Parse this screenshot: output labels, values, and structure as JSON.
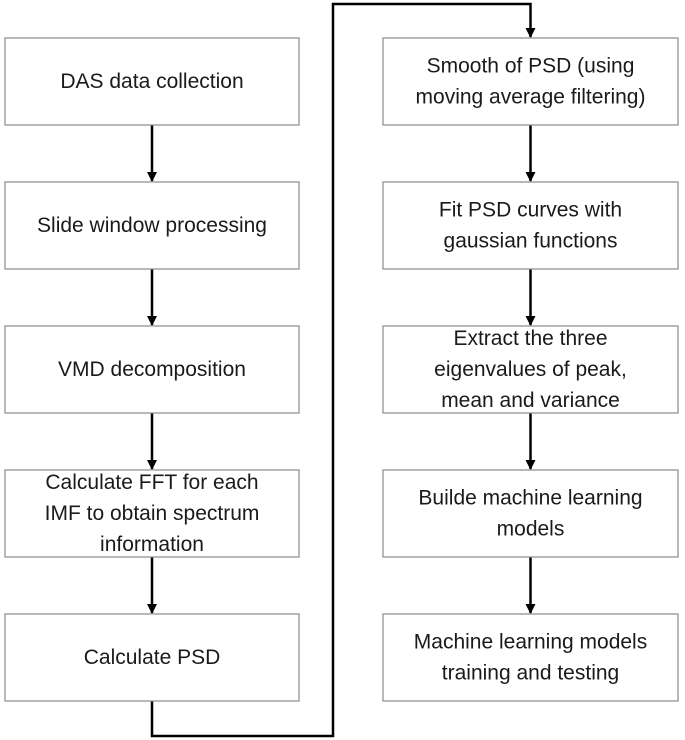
{
  "flowchart": {
    "left_column": [
      {
        "id": "das-data-collection",
        "lines": [
          "DAS data collection"
        ]
      },
      {
        "id": "slide-window-processing",
        "lines": [
          "Slide window processing"
        ]
      },
      {
        "id": "vmd-decomposition",
        "lines": [
          "VMD decomposition"
        ]
      },
      {
        "id": "calculate-fft",
        "lines": [
          "Calculate FFT for each",
          "IMF to obtain spectrum",
          "information"
        ]
      },
      {
        "id": "calculate-psd",
        "lines": [
          "Calculate PSD"
        ]
      }
    ],
    "right_column": [
      {
        "id": "smooth-psd",
        "lines": [
          "Smooth of PSD (using",
          "moving average filtering)"
        ]
      },
      {
        "id": "fit-psd-curves",
        "lines": [
          "Fit PSD curves with",
          "gaussian functions"
        ]
      },
      {
        "id": "extract-eigenvalues",
        "lines": [
          "Extract the three",
          "eigenvalues of peak,",
          "mean and variance"
        ]
      },
      {
        "id": "build-ml-models",
        "lines": [
          "Builde machine learning",
          "models"
        ]
      },
      {
        "id": "ml-training-testing",
        "lines": [
          "Machine learning models",
          "training and testing"
        ]
      }
    ]
  }
}
